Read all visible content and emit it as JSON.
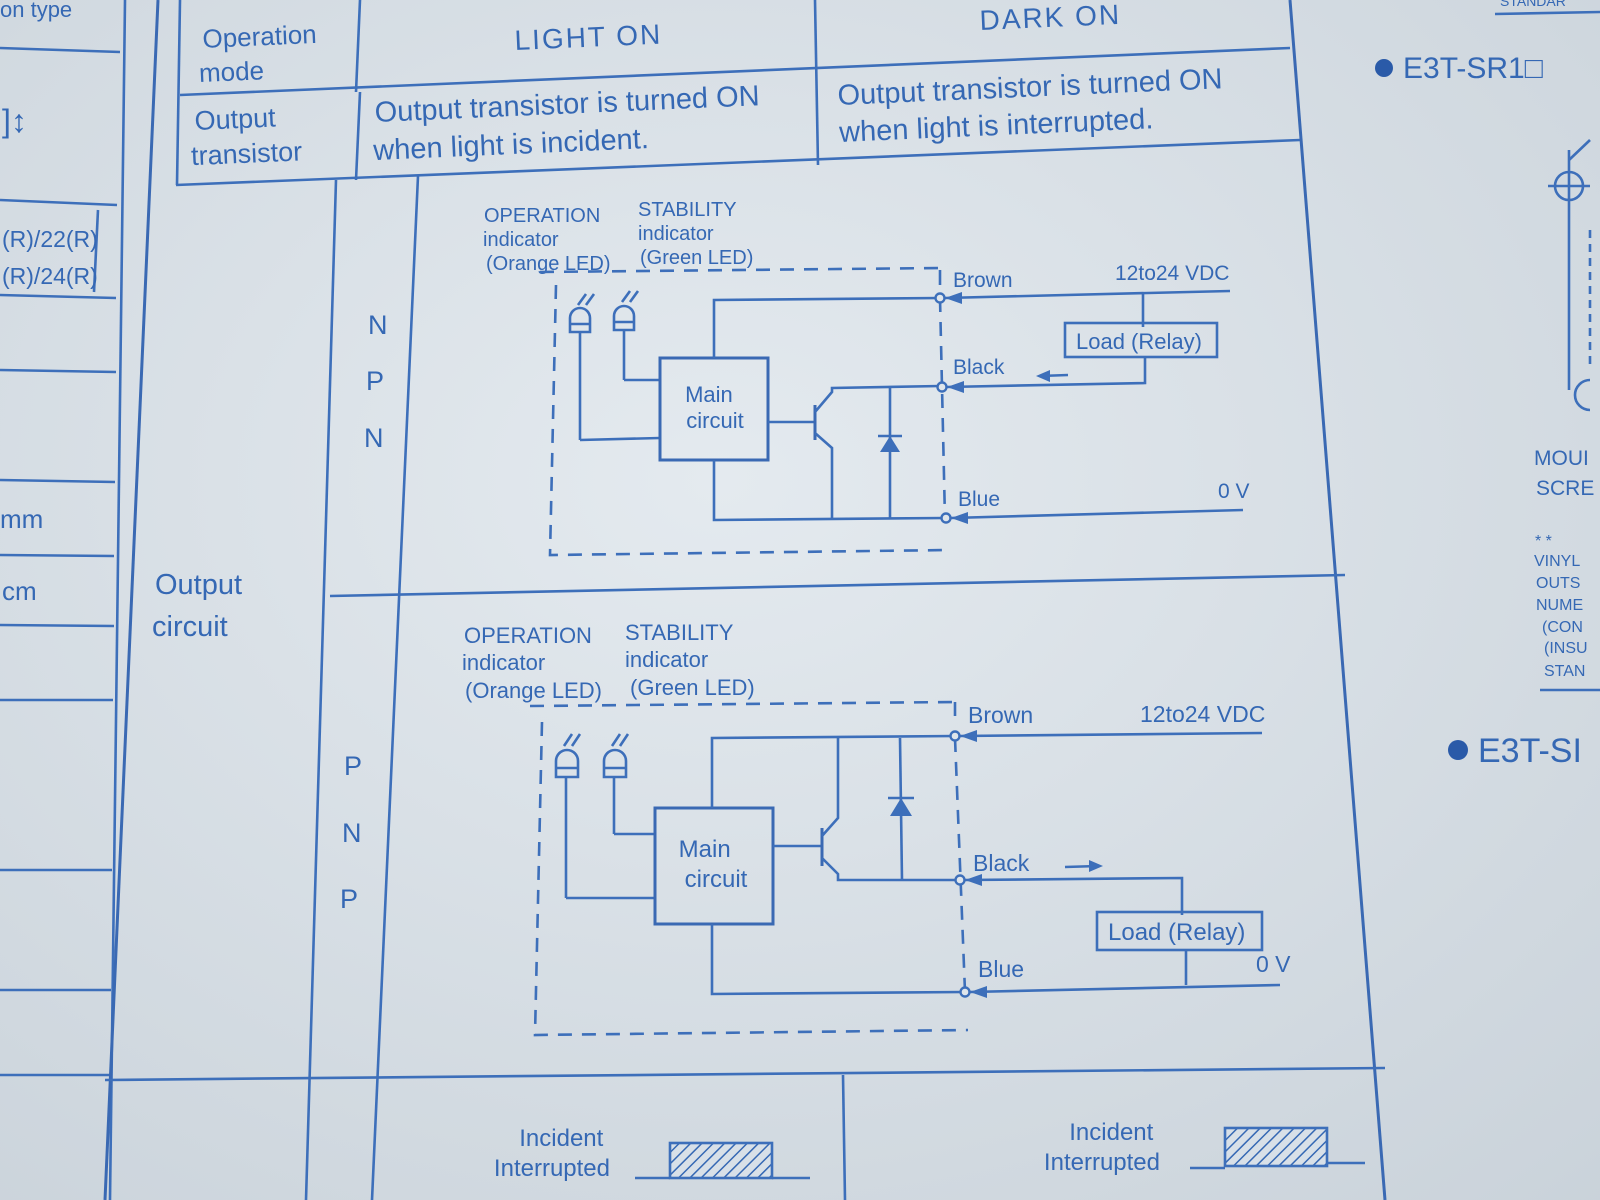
{
  "left_margin": {
    "top_text": "on type",
    "arrow_symbol": "]↕",
    "row_r22": "(R)/22(R)",
    "row_r24": "(R)/24(R)",
    "unit_mm": "mm",
    "unit_cm": "cm"
  },
  "table": {
    "operation_mode_label": [
      "Operation",
      "mode"
    ],
    "light_on": "LIGHT ON",
    "dark_on": "DARK ON",
    "output_transistor_label": [
      "Output",
      "transistor"
    ],
    "light_on_desc": [
      "Output transistor is turned ON",
      "when light is incident."
    ],
    "dark_on_desc": [
      "Output transistor is turned ON",
      "when light is interrupted."
    ],
    "output_circuit_label": [
      "Output",
      "circuit"
    ]
  },
  "npn": {
    "type_letters": [
      "N",
      "P",
      "N"
    ],
    "operation_indicator": [
      "OPERATION",
      "indicator",
      "(Orange LED)"
    ],
    "stability_indicator": [
      "STABILITY",
      "indicator",
      "(Green LED)"
    ],
    "main_circuit": [
      "Main",
      "circuit"
    ],
    "brown": "Brown",
    "black": "Black",
    "blue": "Blue",
    "supply": "12to24 VDC",
    "zero_v": "0 V",
    "load": "Load (Relay)"
  },
  "pnp": {
    "type_letters": [
      "P",
      "N",
      "P"
    ],
    "operation_indicator": [
      "OPERATION",
      "indicator",
      "(Orange LED)"
    ],
    "stability_indicator": [
      "STABILITY",
      "indicator",
      "(Green LED)"
    ],
    "main_circuit": [
      "Main",
      "circuit"
    ],
    "brown": "Brown",
    "black": "Black",
    "blue": "Blue",
    "supply": "12to24 VDC",
    "zero_v": "0 V",
    "load": "Load (Relay)"
  },
  "timing": {
    "incident": "Incident",
    "interrupted": "Interrupted"
  },
  "right_margin": {
    "model_1": "E3T-SR1□",
    "model_2": "E3T-SI",
    "mounting": [
      "MOUI",
      "SCRE"
    ],
    "notes": [
      "* *",
      "VINYL",
      "OUTS",
      "NUME",
      "(CON",
      "(INSU",
      "STAN"
    ],
    "top_text": "STANDAR"
  },
  "colors": {
    "paper": "#d9e0e6",
    "ink": "#3568b4"
  }
}
